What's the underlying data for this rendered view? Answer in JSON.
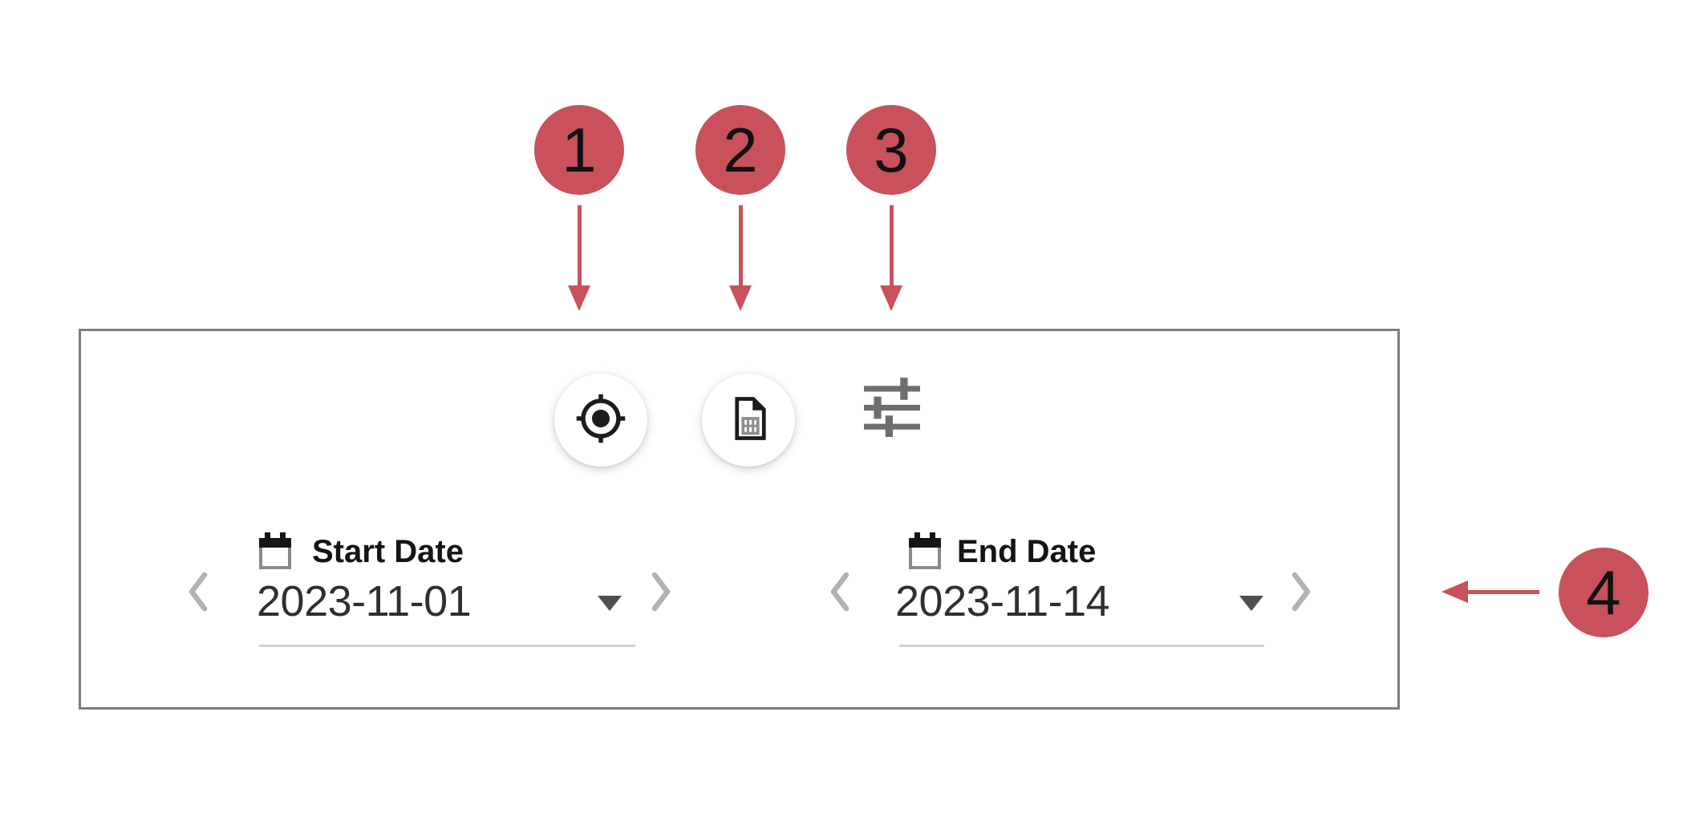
{
  "colors": {
    "annotation_red": "#c8515b",
    "panel_border_gray": "#7d7d7d",
    "tune_icon_gray": "#6e6e6e",
    "chevron_gray": "#b2b2b2",
    "underline_gray": "#d0d0d0",
    "icon_black": "#1c1c1c"
  },
  "annotations": {
    "markers": [
      {
        "number": "1"
      },
      {
        "number": "2"
      },
      {
        "number": "3"
      },
      {
        "number": "4"
      }
    ]
  },
  "panel": {
    "toolbar": {
      "icons": [
        {
          "name": "my-location-crosshair-icon"
        },
        {
          "name": "document-report-icon"
        },
        {
          "name": "tune-sliders-icon"
        }
      ]
    },
    "date_filters": {
      "start": {
        "label": "Start Date",
        "value": "2023-11-01"
      },
      "end": {
        "label": "End Date",
        "value": "2023-11-14"
      }
    }
  }
}
